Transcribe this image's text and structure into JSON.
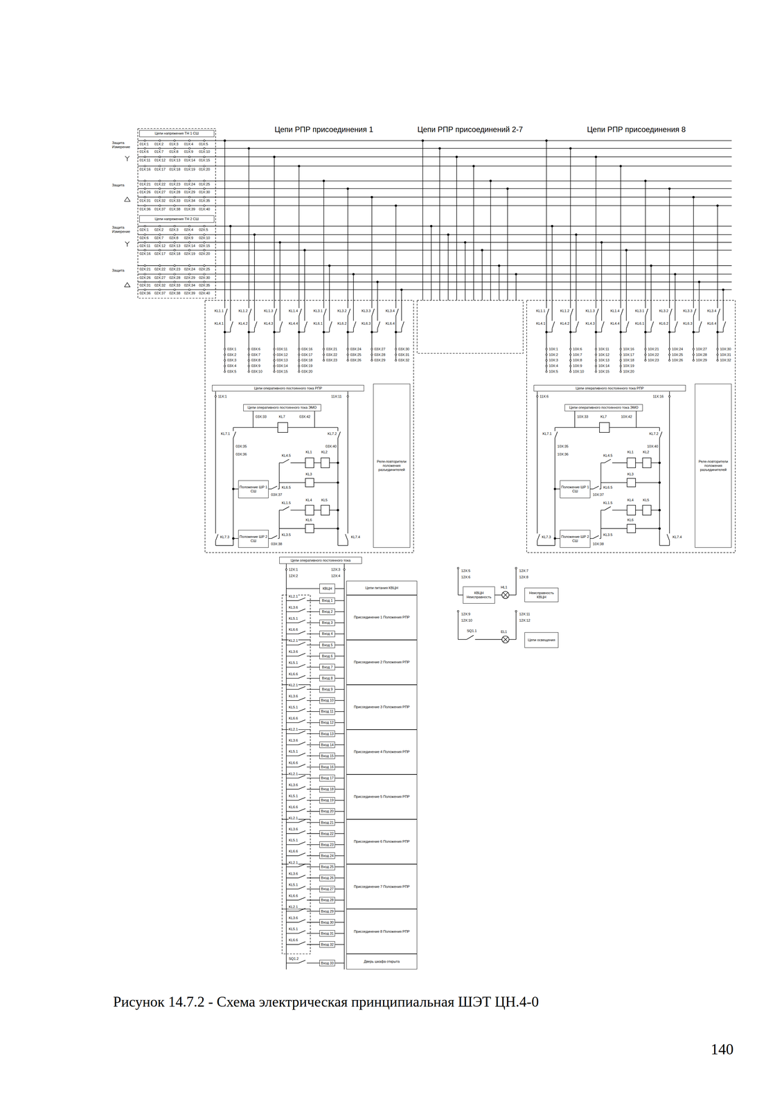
{
  "diagram": {
    "caption": "Рисунок 14.7.2 - Схема электрическая принципиальная ШЭТ ЦН.4-0",
    "nodes": [
      {
        "text": [
          "Цепи напряжения ТН 1 СШ"
        ]
      },
      {
        "text": [
          "Цепи напряжения ТН 2 СШ"
        ]
      },
      {
        "text": [
          "Цепи оперативного постоянного тока РПР"
        ]
      },
      {
        "text": [
          "Реле-повторители положения разъединителей"
        ]
      },
      {
        "text": [
          "Цепи оперативного постоянного тока ЭМО"
        ]
      },
      {
        "text": [
          "Положение ШР 1 СШ"
        ]
      },
      {
        "text": [
          "Положение ШР 2 СШ"
        ]
      },
      {
        "text": [
          "Цепи оперативного постоянного тока РПР"
        ]
      },
      {
        "text": [
          "Реле-повторители положения разъединителей"
        ]
      },
      {
        "text": [
          "Цепи оперативного постоянного тока ЭМО"
        ]
      },
      {
        "text": [
          "Положение ШР 1 СШ"
        ]
      },
      {
        "text": [
          "Положение ШР 2 СШ"
        ]
      },
      {
        "text": [
          "Цепи оперативного постоянного тока"
        ]
      },
      {
        "text": [
          "КВЦН"
        ]
      },
      {
        "text": [
          "Цепи питания КВЦН"
        ]
      },
      {
        "text": [
          "Присоединение 1 Положения РПР"
        ]
      },
      {
        "text": [
          "Присоединение 2 Положения РПР"
        ]
      },
      {
        "text": [
          "Присоединение 3 Положения РПР"
        ]
      },
      {
        "text": [
          "Присоединение 4 Положения РПР"
        ]
      },
      {
        "text": [
          "Присоединение 5 Положения РПР"
        ]
      },
      {
        "text": [
          "Присоединение 6 Положения РПР"
        ]
      },
      {
        "text": [
          "Присоединение 7 Положения РПР"
        ]
      },
      {
        "text": [
          "Присоединение 8 Положения РПР"
        ]
      },
      {
        "text": [
          "Дверь шкафа открыта"
        ]
      },
      {
        "text": [
          "Вход 1"
        ]
      },
      {
        "text": [
          "Вход 2"
        ]
      },
      {
        "text": [
          "Вход 3"
        ]
      },
      {
        "text": [
          "Вход 4"
        ]
      },
      {
        "text": [
          "Вход 5"
        ]
      },
      {
        "text": [
          "Вход 6"
        ]
      },
      {
        "text": [
          "Вход 7"
        ]
      },
      {
        "text": [
          "Вход 8"
        ]
      },
      {
        "text": [
          "Вход 9"
        ]
      },
      {
        "text": [
          "Вход 10"
        ]
      },
      {
        "text": [
          "Вход 11"
        ]
      },
      {
        "text": [
          "Вход 12"
        ]
      },
      {
        "text": [
          "Вход 13"
        ]
      },
      {
        "text": [
          "Вход 14"
        ]
      },
      {
        "text": [
          "Вход 15"
        ]
      },
      {
        "text": [
          "Вход 16"
        ]
      },
      {
        "text": [
          "Вход 17"
        ]
      },
      {
        "text": [
          "Вход 18"
        ]
      },
      {
        "text": [
          "Вход 19"
        ]
      },
      {
        "text": [
          "Вход 20"
        ]
      },
      {
        "text": [
          "Вход 21"
        ]
      },
      {
        "text": [
          "Вход 22"
        ]
      },
      {
        "text": [
          "Вход 23"
        ]
      },
      {
        "text": [
          "Вход 24"
        ]
      },
      {
        "text": [
          "Вход 25"
        ]
      },
      {
        "text": [
          "Вход 26"
        ]
      },
      {
        "text": [
          "Вход 27"
        ]
      },
      {
        "text": [
          "Вход 28"
        ]
      },
      {
        "text": [
          "Вход 29"
        ]
      },
      {
        "text": [
          "Вход 30"
        ]
      },
      {
        "text": [
          "Вход 31"
        ]
      },
      {
        "text": [
          "Вход 32"
        ]
      },
      {
        "text": [
          "Вход 33"
        ]
      },
      {
        "text": [
          "КВЦН",
          "Неисправность"
        ]
      },
      {
        "text": [
          "Неисправность КВЦН"
        ]
      },
      {
        "text": [
          "Цепи освещения"
        ]
      }
    ],
    "labels": [
      "Цепи РПР присоединения 1",
      "Цепи РПР присоединений 2-7",
      "Цепи РПР присоединения 8",
      "Защита Измерение",
      "Защита",
      "Защита Измерение",
      "Защита",
      "01X:1",
      "01X:2",
      "01X:3",
      "01X:4",
      "01X:5",
      "01X:6",
      "01X:7",
      "01X:8",
      "01X:9",
      "01X:10",
      "01X:11",
      "01X:12",
      "01X:13",
      "01X:14",
      "01X:15",
      "01X:16",
      "01X:17",
      "01X:18",
      "01X:19",
      "01X:20",
      "01X:21",
      "01X:22",
      "01X:23",
      "01X:24",
      "01X:25",
      "01X:26",
      "01X:27",
      "01X:28",
      "01X:29",
      "01X:30",
      "01X:31",
      "01X:32",
      "01X:33",
      "01X:34",
      "01X:35",
      "01X:36",
      "01X:37",
      "01X:38",
      "01X:39",
      "01X:40",
      "02X:1",
      "02X:2",
      "02X:3",
      "02X:4",
      "02X:5",
      "02X:6",
      "02X:7",
      "02X:8",
      "02X:9",
      "02X:10",
      "02X:11",
      "02X:12",
      "02X:13",
      "02X:14",
      "02X:15",
      "02X:16",
      "02X:17",
      "02X:18",
      "02X:19",
      "02X:20",
      "02X:21",
      "02X:22",
      "02X:23",
      "02X:24",
      "02X:25",
      "02X:26",
      "02X:27",
      "02X:28",
      "02X:29",
      "02X:30",
      "02X:31",
      "02X:32",
      "02X:33",
      "02X:34",
      "02X:35",
      "02X:36",
      "02X:37",
      "02X:38",
      "02X:39",
      "02X:40",
      "KL1.1",
      "KL1.2",
      "KL1.3",
      "KL1.4",
      "KL3.1",
      "KL3.2",
      "KL3.3",
      "KL3.4",
      "KL4.1",
      "KL4.2",
      "KL4.3",
      "KL4.4",
      "KL6.1",
      "KL6.2",
      "KL6.3",
      "KL6.4",
      "03X:1",
      "03X:2",
      "03X:3",
      "03X:4",
      "03X:5",
      "03X:6",
      "03X:7",
      "03X:8",
      "03X:9",
      "03X:10",
      "03X:11",
      "03X:12",
      "03X:13",
      "03X:14",
      "03X:15",
      "03X:16",
      "03X:17",
      "03X:18",
      "03X:19",
      "03X:20",
      "03X:21",
      "03X:22",
      "03X:23",
      "03X:24",
      "03X:25",
      "03X:26",
      "03X:27",
      "03X:28",
      "03X:29",
      "03X:30",
      "03X:31",
      "03X:32",
      "11X:1",
      "11X:11",
      "03X:33",
      "KL7",
      "03X:42",
      "KL7.1",
      "KL7.2",
      "03X:35",
      "03X:36",
      "03X:40",
      "KL4.5",
      "KL1",
      "KL2",
      "KL3",
      "KL6.5",
      "03X:37",
      "KL1.5",
      "KL4",
      "KL5",
      "KL6",
      "KL7.3",
      "03X:38",
      "KL3.5",
      "KL7.4",
      "KL1.1",
      "KL1.2",
      "KL1.3",
      "KL1.4",
      "KL3.1",
      "KL3.2",
      "KL3.3",
      "KL3.4",
      "KL4.1",
      "KL4.2",
      "KL4.3",
      "KL4.4",
      "KL6.1",
      "KL6.2",
      "KL6.3",
      "KL6.4",
      "10X:1",
      "10X:2",
      "10X:3",
      "10X:4",
      "10X:5",
      "10X:6",
      "10X:7",
      "10X:8",
      "10X:9",
      "10X:10",
      "10X:11",
      "10X:12",
      "10X:13",
      "10X:14",
      "10X:15",
      "10X:16",
      "10X:17",
      "10X:18",
      "10X:19",
      "10X:20",
      "10X:21",
      "10X:22",
      "10X:23",
      "10X:24",
      "10X:25",
      "10X:26",
      "10X:27",
      "10X:28",
      "10X:29",
      "10X:30",
      "10X:31",
      "10X:32",
      "11X:6",
      "11X:16",
      "10X:33",
      "KL7",
      "10X:42",
      "KL7.1",
      "KL7.2",
      "10X:35",
      "10X:36",
      "10X:40",
      "KL4.5",
      "KL1",
      "KL2",
      "KL3",
      "KL6.5",
      "10X:37",
      "KL1.5",
      "KL4",
      "KL5",
      "KL6",
      "KL7.3",
      "10X:38",
      "KL3.5",
      "KL7.4",
      "12X:1",
      "12X:2",
      "12X:3",
      "12X:4",
      "KL2.1",
      "KL3.6",
      "KL5.1",
      "KL6.6",
      "KL2.1",
      "KL3.6",
      "KL5.1",
      "KL6.6",
      "KL2.1",
      "KL3.6",
      "KL5.1",
      "KL6.6",
      "KL2.1",
      "KL3.6",
      "KL5.1",
      "KL6.6",
      "KL2.1",
      "KL3.6",
      "KL5.1",
      "KL6.6",
      "KL2.1",
      "KL3.6",
      "KL5.1",
      "KL6.6",
      "KL2.1",
      "KL3.6",
      "KL5.1",
      "KL6.6",
      "KL2.1",
      "KL3.6",
      "KL5.1",
      "KL6.6",
      "SQ1.2",
      "12X:5",
      "12X:6",
      "12X:7",
      "12X:8",
      "HL1",
      "12X:9",
      "12X:10",
      "12X:11",
      "12X:12",
      "SQ1.1",
      "EL1",
      "140"
    ]
  }
}
